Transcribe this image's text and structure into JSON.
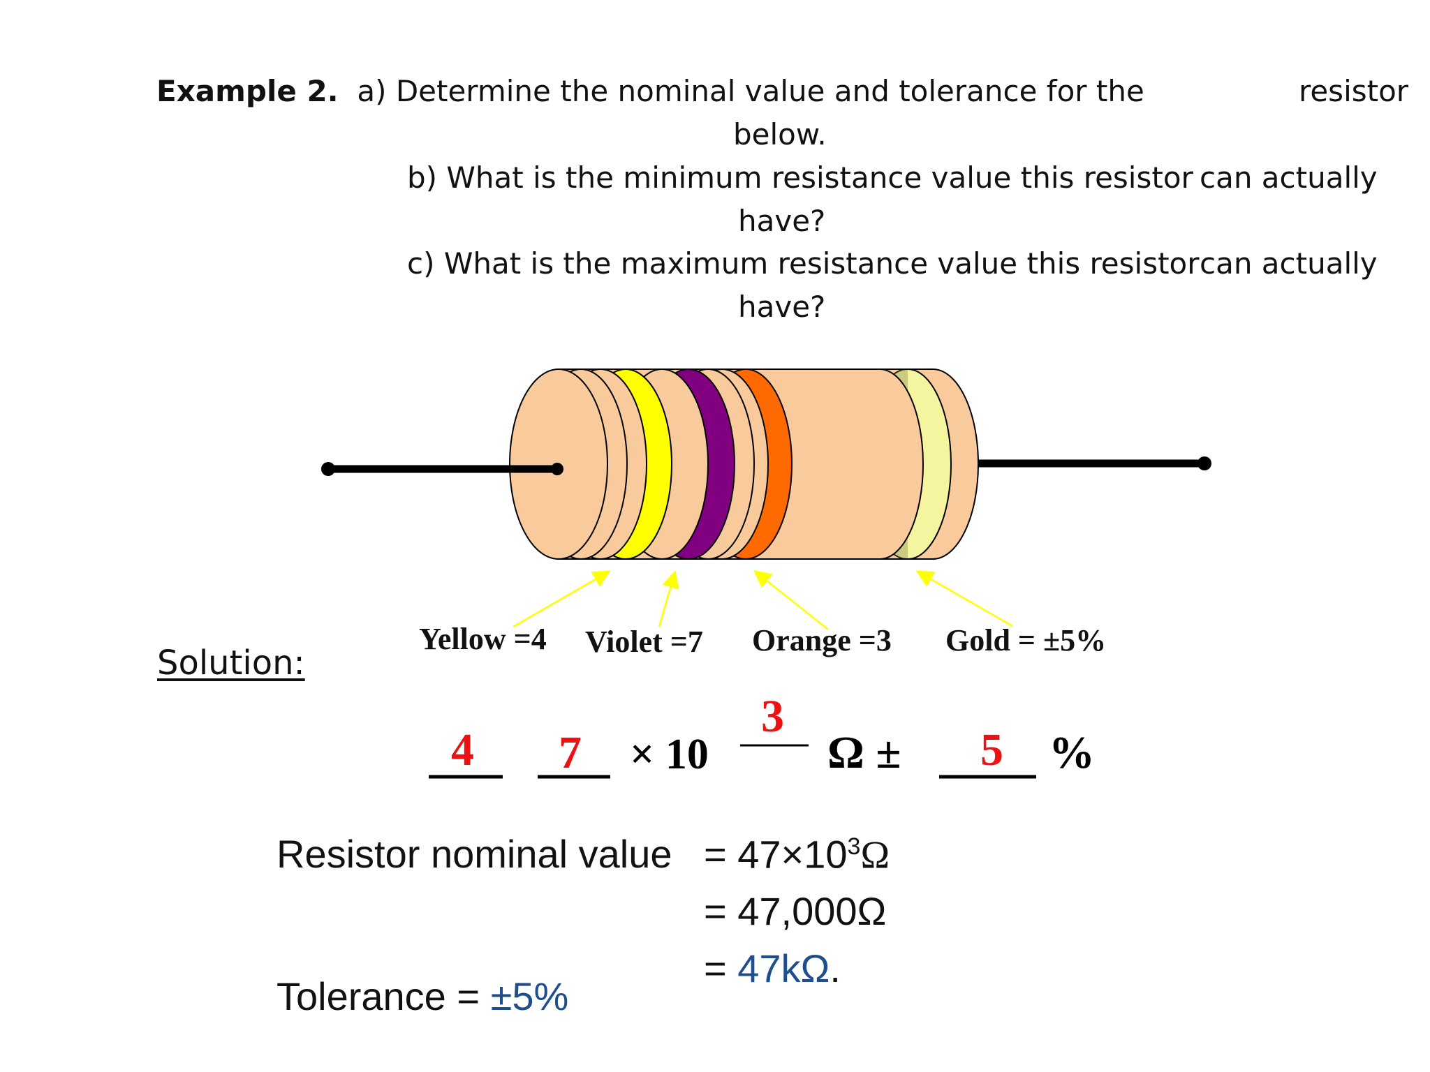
{
  "question": {
    "example_label": "Example 2.",
    "part_a_line1": "a) Determine the nominal value and tolerance for the",
    "part_a_word": "resistor",
    "part_a_line2": "below.",
    "part_b_line1": "b) What is the minimum resistance value this resistor",
    "part_b_tail": "can actually",
    "part_b_line2": "have?",
    "part_c_line1": "c) What is the maximum resistance value this resistor",
    "part_c_tail": "can actually",
    "part_c_line2": "have?"
  },
  "resistor": {
    "body_color": "#f9cb9c",
    "lead_color": "#000000",
    "bands": [
      {
        "name": "Yellow",
        "color": "#ffff00",
        "label": "Yellow =4"
      },
      {
        "name": "Violet",
        "color": "#800080",
        "label": "Violet =7"
      },
      {
        "name": "Orange",
        "color": "#ff6a00",
        "label": "Orange =3"
      },
      {
        "name": "Gold",
        "color": "#f5f5a0",
        "label": "Gold = ±5%"
      }
    ],
    "arrow_color": "#ffff00"
  },
  "solution": {
    "heading": "Solution:",
    "digit1": "4",
    "digit2": "7",
    "times_ten": "× 10",
    "exponent": "3",
    "ohm_pm": "Ω ±",
    "tol": "5",
    "percent": "%"
  },
  "results": {
    "nominal_label": "Resistor nominal value",
    "line1": "= 47×10",
    "line1_sup": "3",
    "line1_unit": "Ω",
    "line2": "= 47,000Ω",
    "line3_prefix": "= ",
    "line3_value": "47kΩ",
    "line3_suffix": ".",
    "tolerance_label": "Tolerance = ",
    "tolerance_value": "±5%"
  }
}
